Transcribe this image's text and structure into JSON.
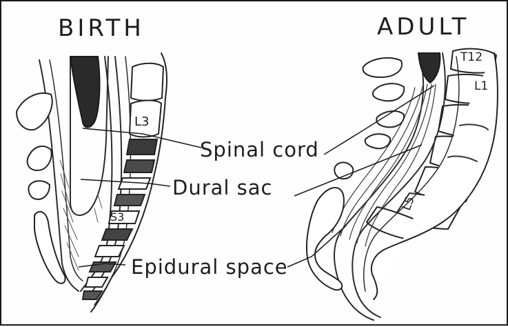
{
  "panels": {
    "left_title": "BIRTH",
    "right_title": "ADULT"
  },
  "labels": {
    "spinal_cord": "Spinal cord",
    "dural_sac": "Dural sac",
    "epidural_space": "Epidural space"
  },
  "vertebra_labels": {
    "birth_l3": "L3",
    "birth_s3": "S3",
    "adult_t12": "T12",
    "adult_l1": "L1",
    "adult_l5": "L5"
  },
  "colors": {
    "ink": "#1e1e1e",
    "pencil": "#444444",
    "cord_fill": "#2a2a2a",
    "paper": "#fefefe"
  }
}
